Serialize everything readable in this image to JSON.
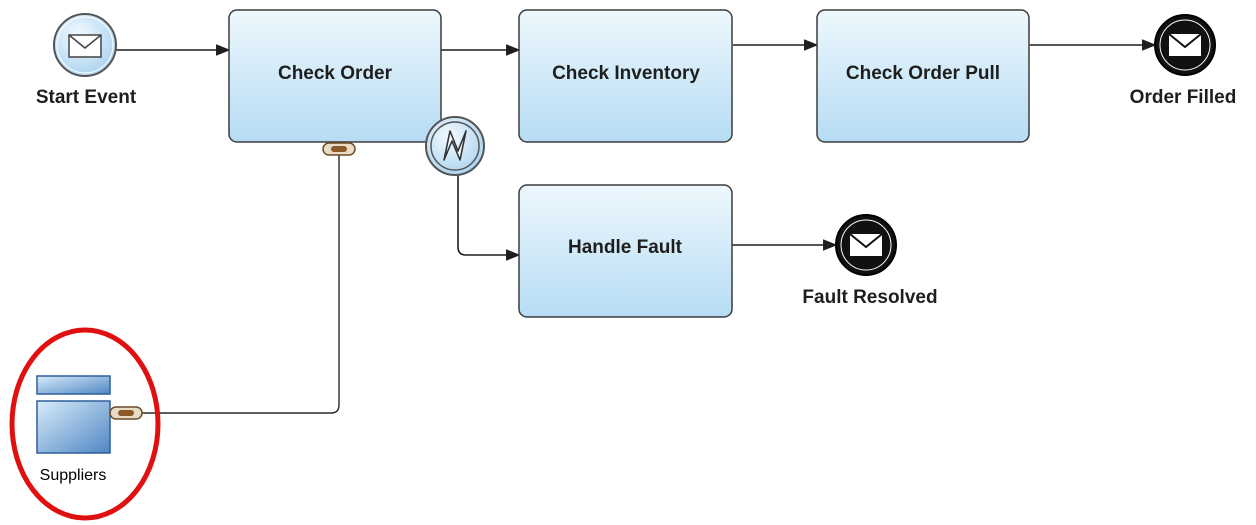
{
  "diagram": {
    "start_event": {
      "label": "Start Event",
      "icon": "envelope-icon"
    },
    "tasks": {
      "check_order": "Check Order",
      "check_inventory": "Check Inventory",
      "check_order_pull": "Check Order Pull",
      "handle_fault": "Handle Fault"
    },
    "end_events": {
      "order_filled": {
        "label": "Order Filled",
        "icon": "envelope-filled-icon"
      },
      "fault_resolved": {
        "label": "Fault Resolved",
        "icon": "envelope-filled-icon"
      }
    },
    "boundary_event": {
      "icon": "lightning-icon"
    },
    "data_store": {
      "label": "Suppliers",
      "icon": "data-store-icon"
    },
    "connector_icon": "chain-link-icon",
    "colors": {
      "task_fill_top": "#eef8fd",
      "task_fill_bottom": "#b6dcf4",
      "task_border": "#3c3c3c",
      "line": "#1e1e1e",
      "highlight_ring": "#e01010",
      "start_event_fill": "#cfe7f8",
      "end_event_fill": "#111111"
    }
  }
}
